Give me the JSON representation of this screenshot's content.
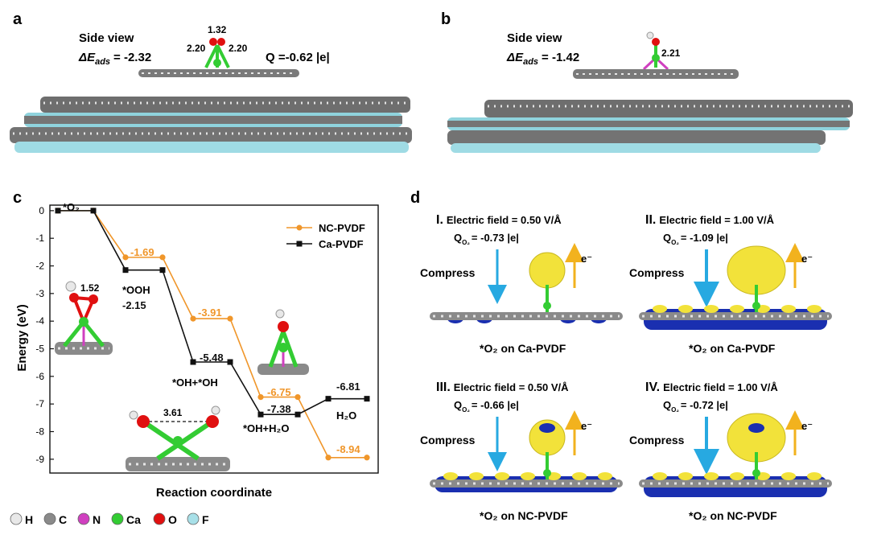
{
  "panel_a": {
    "letter": "a",
    "view": "Side view",
    "dE_prefix": "ΔE",
    "dE_sub": "ads",
    "dE_value": "= -2.32",
    "bond_oo": "1.32",
    "bond_left": "2.20",
    "bond_right": "2.20",
    "charge": "Q   =-0.62 |e|"
  },
  "panel_b": {
    "letter": "b",
    "view": "Side view",
    "dE_prefix": "ΔE",
    "dE_sub": "ads",
    "dE_value": "= -1.42",
    "bond": "2.21"
  },
  "panel_c": {
    "letter": "c",
    "bond_ooh": "1.52",
    "bond_oh_oh": "3.61"
  },
  "panel_d": {
    "letter": "d",
    "compress_label": "Compress",
    "electron_label": "e⁻",
    "cells": [
      {
        "roman": "I.",
        "field": "Electric field = 0.50 V/Å",
        "q_prefix": "Q",
        "q_sub": "O₂",
        "q_value": "= -0.73 |e|",
        "caption": "*O₂ on Ca-PVDF"
      },
      {
        "roman": "II.",
        "field": "Electric field = 1.00 V/Å",
        "q_prefix": "Q",
        "q_sub": "O₂",
        "q_value": "= -1.09 |e|",
        "caption": "*O₂ on Ca-PVDF"
      },
      {
        "roman": "III.",
        "field": "Electric field = 0.50 V/Å",
        "q_prefix": "Q",
        "q_sub": "O₂",
        "q_value": "= -0.66 |e|",
        "caption": "*O₂ on NC-PVDF"
      },
      {
        "roman": "IV.",
        "field": "Electric field = 1.00 V/Å",
        "q_prefix": "Q",
        "q_sub": "O₂",
        "q_value": "= -0.72 |e|",
        "caption": "*O₂ on NC-PVDF"
      }
    ]
  },
  "element_legend": [
    {
      "label": "H",
      "color": "#e8e8e8"
    },
    {
      "label": "C",
      "color": "#8a8a8a"
    },
    {
      "label": "N",
      "color": "#d040c0"
    },
    {
      "label": "Ca",
      "color": "#33cc33"
    },
    {
      "label": "O",
      "color": "#e01010"
    },
    {
      "label": "F",
      "color": "#a8e0e8"
    }
  ],
  "colors": {
    "nc": "#f0962a",
    "ca": "#111111",
    "cyan": "#27a9e1",
    "yellow": "#f2e23a",
    "blue": "#1a2fb0"
  },
  "chart_data": {
    "type": "line",
    "xlabel": "Reaction coordinate",
    "ylabel": "Energy (eV)",
    "ylim": [
      -9.5,
      0.2
    ],
    "yticks": [
      0,
      -1,
      -2,
      -3,
      -4,
      -5,
      -6,
      -7,
      -8,
      -9
    ],
    "legend_position": "top-right",
    "series": [
      {
        "name": "NC-PVDF",
        "color": "#f0962a",
        "marker": "circle",
        "steps": [
          0,
          -1.69,
          -3.91,
          -6.75,
          -8.94
        ]
      },
      {
        "name": "Ca-PVDF",
        "color": "#111111",
        "marker": "square",
        "steps": [
          0,
          -2.15,
          -5.48,
          -7.38,
          -6.81
        ]
      }
    ],
    "data_labels": {
      "nc": [
        "-1.69",
        "-3.91",
        "-6.75",
        "-8.94"
      ],
      "ca": [
        "-2.15",
        "-5.48",
        "-7.38",
        "-6.81"
      ]
    },
    "state_labels": [
      "*O₂",
      "*OOH",
      "*OH+*OH",
      "*OH+H₂O",
      "H₂O"
    ]
  }
}
